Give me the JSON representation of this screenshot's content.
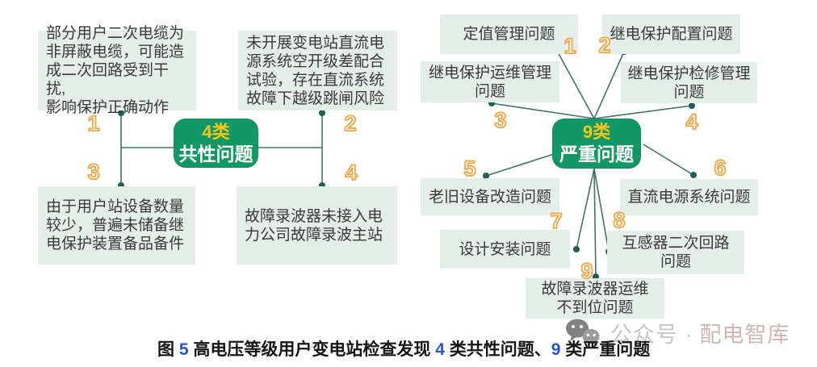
{
  "colors": {
    "hub_green": "#129766",
    "hub_number_yellow": "#f6c514",
    "note_bg": "#e3eee8",
    "note_text": "#3a3a3a",
    "index_orange": "#f2a443",
    "connector_teal": "#3e7366",
    "caption_blue": "#2a52cc",
    "watermark_gray": "#c7c6c4"
  },
  "left": {
    "hub": {
      "line1": "4类",
      "line2": "共性问题"
    },
    "numbers": [
      "1",
      "2",
      "3",
      "4"
    ],
    "boxes": [
      {
        "lines": [
          "部分用户二次电缆为",
          "非屏蔽电缆，可能造",
          "成二次回路受到干扰,",
          "影响保护正确动作"
        ]
      },
      {
        "lines": [
          "未开展变电站直流电",
          "源系统空开级差配合",
          "试验，存在直流系统",
          "故障下越级跳闸风险"
        ]
      },
      {
        "lines": [
          "由于用户站设备数量",
          "较少，普遍未储备继",
          "电保护装置备品备件"
        ]
      },
      {
        "lines": [
          "故障录波器未接入电",
          "力公司故障录波主站"
        ]
      }
    ]
  },
  "right": {
    "hub": {
      "line1": "9类",
      "line2": "严重问题"
    },
    "numbers": [
      "1",
      "2",
      "3",
      "4",
      "5",
      "6",
      "7",
      "8",
      "9"
    ],
    "boxes": [
      {
        "lines": [
          "定值管理问题"
        ]
      },
      {
        "lines": [
          "继电保护配置问题"
        ]
      },
      {
        "lines": [
          "继电保护运维管理",
          "问题"
        ]
      },
      {
        "lines": [
          "继电保护检修管理",
          "问题"
        ]
      },
      {
        "lines": [
          "老旧设备改造问题"
        ]
      },
      {
        "lines": [
          "直流电源系统问题"
        ]
      },
      {
        "lines": [
          "设计安装问题"
        ]
      },
      {
        "lines": [
          "互感器二次回路",
          "问题"
        ]
      },
      {
        "lines": [
          "故障录波器运维",
          "不到位问题"
        ]
      }
    ]
  },
  "caption": {
    "segments": [
      {
        "text": "图 "
      },
      {
        "text": "5"
      },
      {
        "text": " 高电压等级用户变电站检查发现 "
      },
      {
        "text": "4"
      },
      {
        "text": " 类共性问题、"
      },
      {
        "text": "9"
      },
      {
        "text": " 类严重问题"
      }
    ]
  },
  "watermark": {
    "icon": "wechat-icon",
    "prefix": "公众号 ·",
    "brand": "配电智库"
  }
}
